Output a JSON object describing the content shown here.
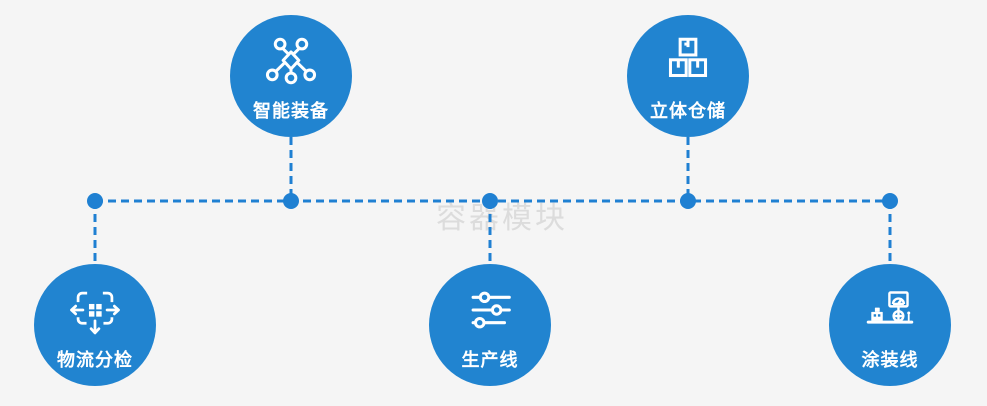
{
  "diagram": {
    "watermark": "容器模块",
    "colors": {
      "circle": "#2184d0",
      "connector": "#1f80d2",
      "background": "#f5f5f5",
      "label": "#ffffff"
    },
    "nodes": [
      {
        "label": "智能装备",
        "icon": "network-nodes-icon",
        "row": "top"
      },
      {
        "label": "立体仓储",
        "icon": "stacked-boxes-icon",
        "row": "top"
      },
      {
        "label": "物流分检",
        "icon": "distribute-arrows-icon",
        "row": "bottom"
      },
      {
        "label": "生产线",
        "icon": "sliders-icon",
        "row": "bottom"
      },
      {
        "label": "涂装线",
        "icon": "workstation-icon",
        "row": "bottom"
      }
    ]
  }
}
